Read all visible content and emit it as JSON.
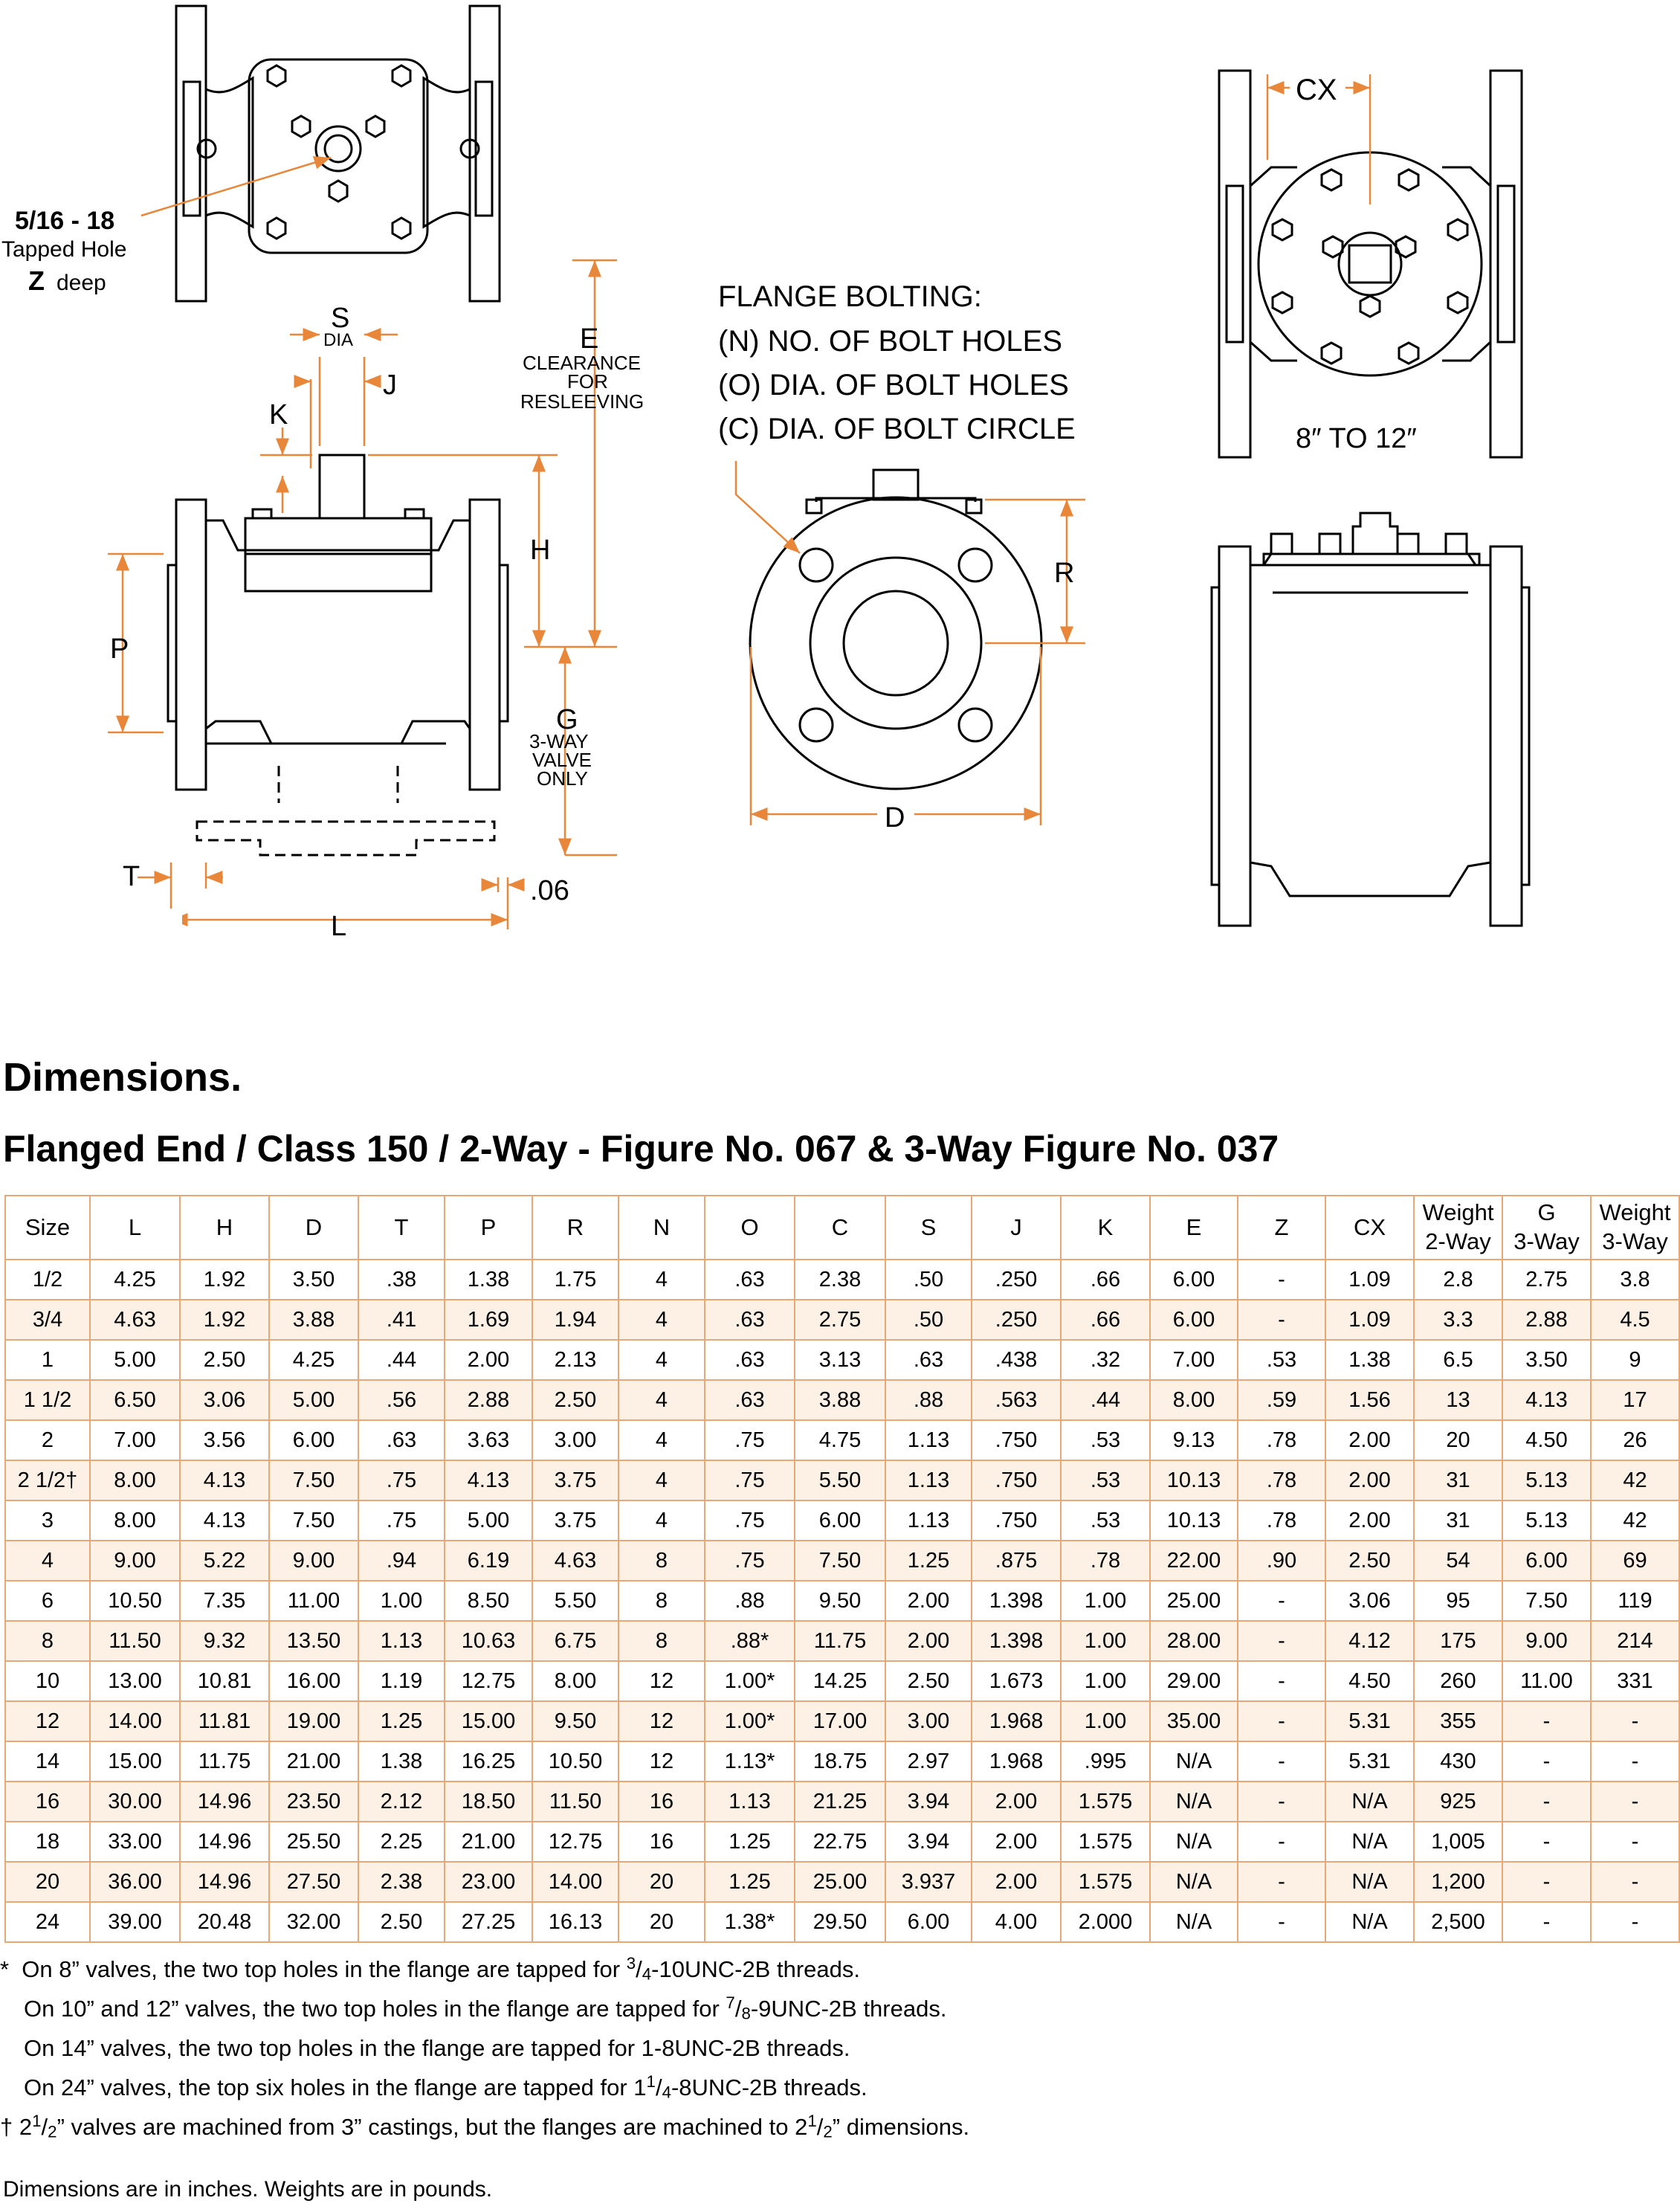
{
  "drawing": {
    "tapped_hole_size": "5/16 - 18",
    "tapped_hole_text": "Tapped Hole",
    "tapped_hole_depth_letter": "Z",
    "tapped_hole_depth_word": "deep",
    "dim_S": "S",
    "dim_S_sub": "DIA",
    "dim_J": "J",
    "dim_K": "K",
    "dim_E": "E",
    "dim_E_note1": "CLEARANCE",
    "dim_E_note2": "FOR",
    "dim_E_note3": "RESLEEVING",
    "dim_H": "H",
    "dim_P": "P",
    "dim_G": "G",
    "dim_G_note1": "3-WAY",
    "dim_G_note2": "VALVE",
    "dim_G_note3": "ONLY",
    "dim_T": "T",
    "dim_L": "L",
    "dim_06": ".06",
    "flange_bolting_title": "FLANGE BOLTING:",
    "flange_bolting_n": "(N)  NO. OF BOLT HOLES",
    "flange_bolting_o": "(O)  DIA. OF BOLT HOLES",
    "flange_bolting_c": "(C)  DIA. OF BOLT CIRCLE",
    "dim_R": "R",
    "dim_D": "D",
    "dim_CX": "CX",
    "size_range": "8″ TO 12″",
    "accent_color": "#e8873a"
  },
  "headings": {
    "dimensions": "Dimensions.",
    "table_title": "Flanged End / Class 150 / 2-Way - Figure No. 067 & 3-Way Figure No. 037"
  },
  "table": {
    "border_color": "#e8a777",
    "stripe_color": "#fdf0e4",
    "headers": [
      "Size",
      "L",
      "H",
      "D",
      "T",
      "P",
      "R",
      "N",
      "O",
      "C",
      "S",
      "J",
      "K",
      "E",
      "Z",
      "CX",
      "Weight 2-Way",
      "G 3-Way",
      "Weight 3-Way"
    ],
    "rows": [
      [
        "1/2",
        "4.25",
        "1.92",
        "3.50",
        ".38",
        "1.38",
        "1.75",
        "4",
        ".63",
        "2.38",
        ".50",
        ".250",
        ".66",
        "6.00",
        "-",
        "1.09",
        "2.8",
        "2.75",
        "3.8"
      ],
      [
        "3/4",
        "4.63",
        "1.92",
        "3.88",
        ".41",
        "1.69",
        "1.94",
        "4",
        ".63",
        "2.75",
        ".50",
        ".250",
        ".66",
        "6.00",
        "-",
        "1.09",
        "3.3",
        "2.88",
        "4.5"
      ],
      [
        "1",
        "5.00",
        "2.50",
        "4.25",
        ".44",
        "2.00",
        "2.13",
        "4",
        ".63",
        "3.13",
        ".63",
        ".438",
        ".32",
        "7.00",
        ".53",
        "1.38",
        "6.5",
        "3.50",
        "9"
      ],
      [
        "1 1/2",
        "6.50",
        "3.06",
        "5.00",
        ".56",
        "2.88",
        "2.50",
        "4",
        ".63",
        "3.88",
        ".88",
        ".563",
        ".44",
        "8.00",
        ".59",
        "1.56",
        "13",
        "4.13",
        "17"
      ],
      [
        "2",
        "7.00",
        "3.56",
        "6.00",
        ".63",
        "3.63",
        "3.00",
        "4",
        ".75",
        "4.75",
        "1.13",
        ".750",
        ".53",
        "9.13",
        ".78",
        "2.00",
        "20",
        "4.50",
        "26"
      ],
      [
        "2 1/2†",
        "8.00",
        "4.13",
        "7.50",
        ".75",
        "4.13",
        "3.75",
        "4",
        ".75",
        "5.50",
        "1.13",
        ".750",
        ".53",
        "10.13",
        ".78",
        "2.00",
        "31",
        "5.13",
        "42"
      ],
      [
        "3",
        "8.00",
        "4.13",
        "7.50",
        ".75",
        "5.00",
        "3.75",
        "4",
        ".75",
        "6.00",
        "1.13",
        ".750",
        ".53",
        "10.13",
        ".78",
        "2.00",
        "31",
        "5.13",
        "42"
      ],
      [
        "4",
        "9.00",
        "5.22",
        "9.00",
        ".94",
        "6.19",
        "4.63",
        "8",
        ".75",
        "7.50",
        "1.25",
        ".875",
        ".78",
        "22.00",
        ".90",
        "2.50",
        "54",
        "6.00",
        "69"
      ],
      [
        "6",
        "10.50",
        "7.35",
        "11.00",
        "1.00",
        "8.50",
        "5.50",
        "8",
        ".88",
        "9.50",
        "2.00",
        "1.398",
        "1.00",
        "25.00",
        "-",
        "3.06",
        "95",
        "7.50",
        "119"
      ],
      [
        "8",
        "11.50",
        "9.32",
        "13.50",
        "1.13",
        "10.63",
        "6.75",
        "8",
        ".88*",
        "11.75",
        "2.00",
        "1.398",
        "1.00",
        "28.00",
        "-",
        "4.12",
        "175",
        "9.00",
        "214"
      ],
      [
        "10",
        "13.00",
        "10.81",
        "16.00",
        "1.19",
        "12.75",
        "8.00",
        "12",
        "1.00*",
        "14.25",
        "2.50",
        "1.673",
        "1.00",
        "29.00",
        "-",
        "4.50",
        "260",
        "11.00",
        "331"
      ],
      [
        "12",
        "14.00",
        "11.81",
        "19.00",
        "1.25",
        "15.00",
        "9.50",
        "12",
        "1.00*",
        "17.00",
        "3.00",
        "1.968",
        "1.00",
        "35.00",
        "-",
        "5.31",
        "355",
        "-",
        "-"
      ],
      [
        "14",
        "15.00",
        "11.75",
        "21.00",
        "1.38",
        "16.25",
        "10.50",
        "12",
        "1.13*",
        "18.75",
        "2.97",
        "1.968",
        ".995",
        "N/A",
        "-",
        "5.31",
        "430",
        "-",
        "-"
      ],
      [
        "16",
        "30.00",
        "14.96",
        "23.50",
        "2.12",
        "18.50",
        "11.50",
        "16",
        "1.13",
        "21.25",
        "3.94",
        "2.00",
        "1.575",
        "N/A",
        "-",
        "N/A",
        "925",
        "-",
        "-"
      ],
      [
        "18",
        "33.00",
        "14.96",
        "25.50",
        "2.25",
        "21.00",
        "12.75",
        "16",
        "1.25",
        "22.75",
        "3.94",
        "2.00",
        "1.575",
        "N/A",
        "-",
        "N/A",
        "1,005",
        "-",
        "-"
      ],
      [
        "20",
        "36.00",
        "14.96",
        "27.50",
        "2.38",
        "23.00",
        "14.00",
        "20",
        "1.25",
        "25.00",
        "3.937",
        "2.00",
        "1.575",
        "N/A",
        "-",
        "N/A",
        "1,200",
        "-",
        "-"
      ],
      [
        "24",
        "39.00",
        "20.48",
        "32.00",
        "2.50",
        "27.25",
        "16.13",
        "20",
        "1.38*",
        "29.50",
        "6.00",
        "4.00",
        "2.000",
        "N/A",
        "-",
        "N/A",
        "2,500",
        "-",
        "-"
      ]
    ]
  },
  "notes": [
    "*  On 8” valves, the two top holes in the flange are tapped for 3/4-10UNC-2B threads.",
    "On 10” and 12” valves, the two top holes in the flange are tapped for 7/8-9UNC-2B threads.",
    "On 14” valves, the two top holes in the flange are tapped for 1-8UNC-2B threads.",
    "On 24” valves, the top six holes in the flange are tapped for 1 1/4-8UNC-2B threads.",
    "† 2 1/2” valves are machined from 3” castings, but the flanges are machined to 2 1/2” dimensions."
  ],
  "units_note": "Dimensions are in inches.  Weights are in pounds."
}
